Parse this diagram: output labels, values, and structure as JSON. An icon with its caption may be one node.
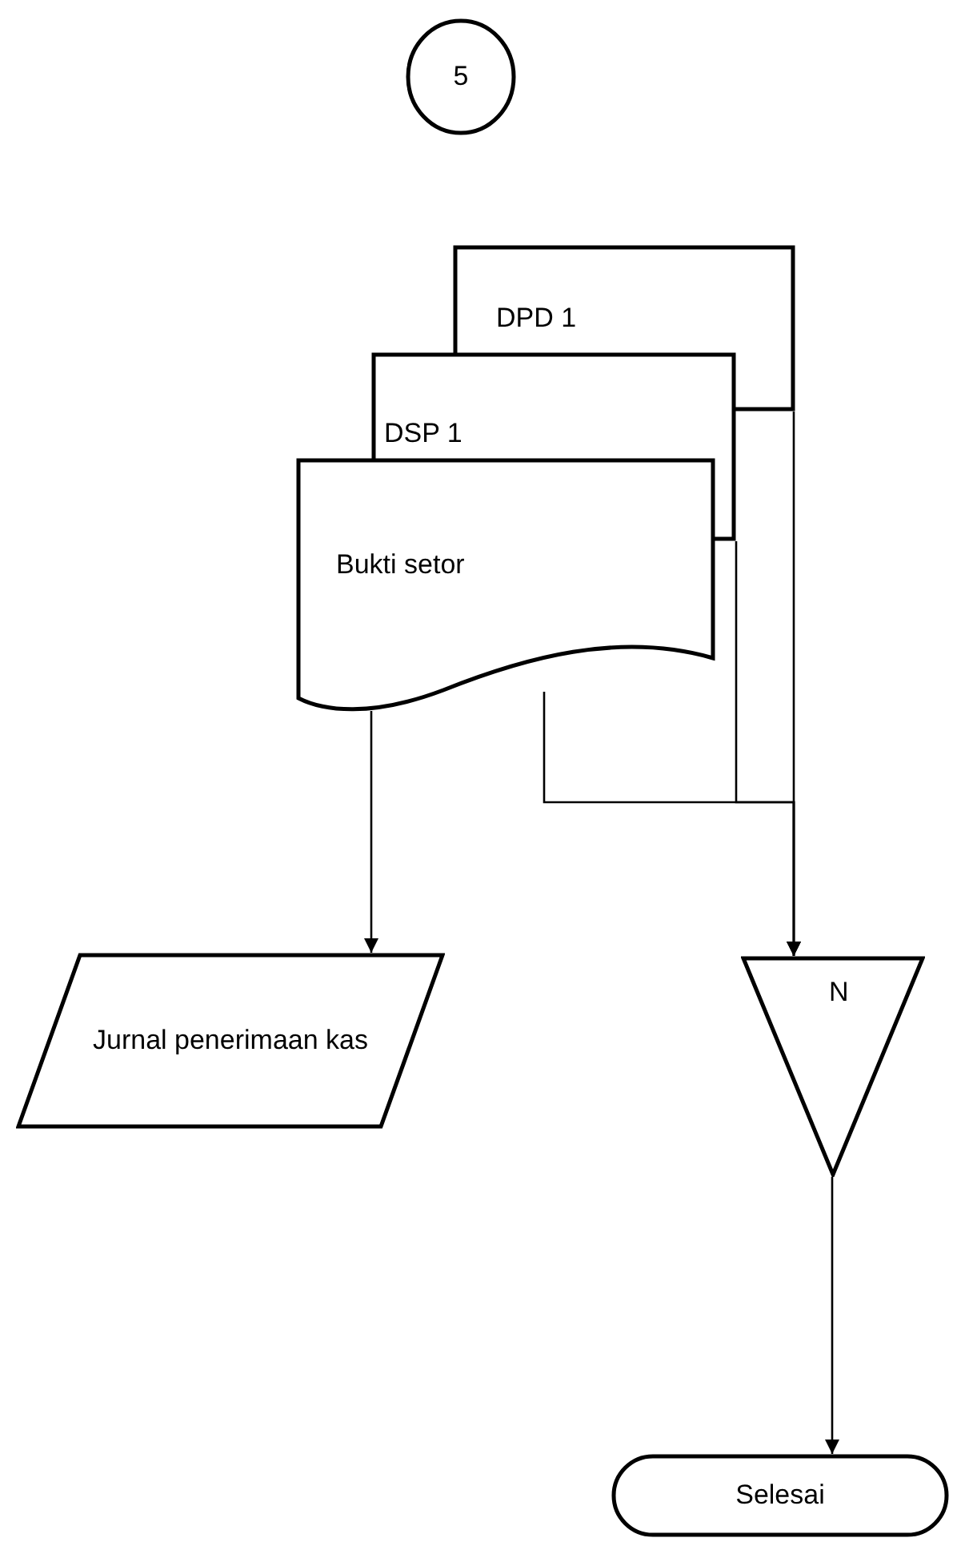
{
  "diagram": {
    "nodes": [
      {
        "text": [
          "5"
        ]
      },
      {
        "text": [
          "DPD 1"
        ]
      },
      {
        "text": [
          "DSP 1"
        ]
      },
      {
        "text": [
          "Bukti setor"
        ]
      },
      {
        "text": [
          "Jurnal penerimaan kas"
        ]
      },
      {
        "text": [
          "N"
        ]
      },
      {
        "text": [
          "Selesai"
        ]
      }
    ],
    "edges": [
      {
        "from": 3,
        "to": 4,
        "arrow": "to"
      },
      {
        "from": 3,
        "to": 5,
        "arrow": "to"
      },
      {
        "from": 2,
        "to": 5,
        "arrow": "to"
      },
      {
        "from": 1,
        "to": 5,
        "arrow": "to"
      },
      {
        "from": 5,
        "to": 6,
        "arrow": "to"
      }
    ]
  }
}
